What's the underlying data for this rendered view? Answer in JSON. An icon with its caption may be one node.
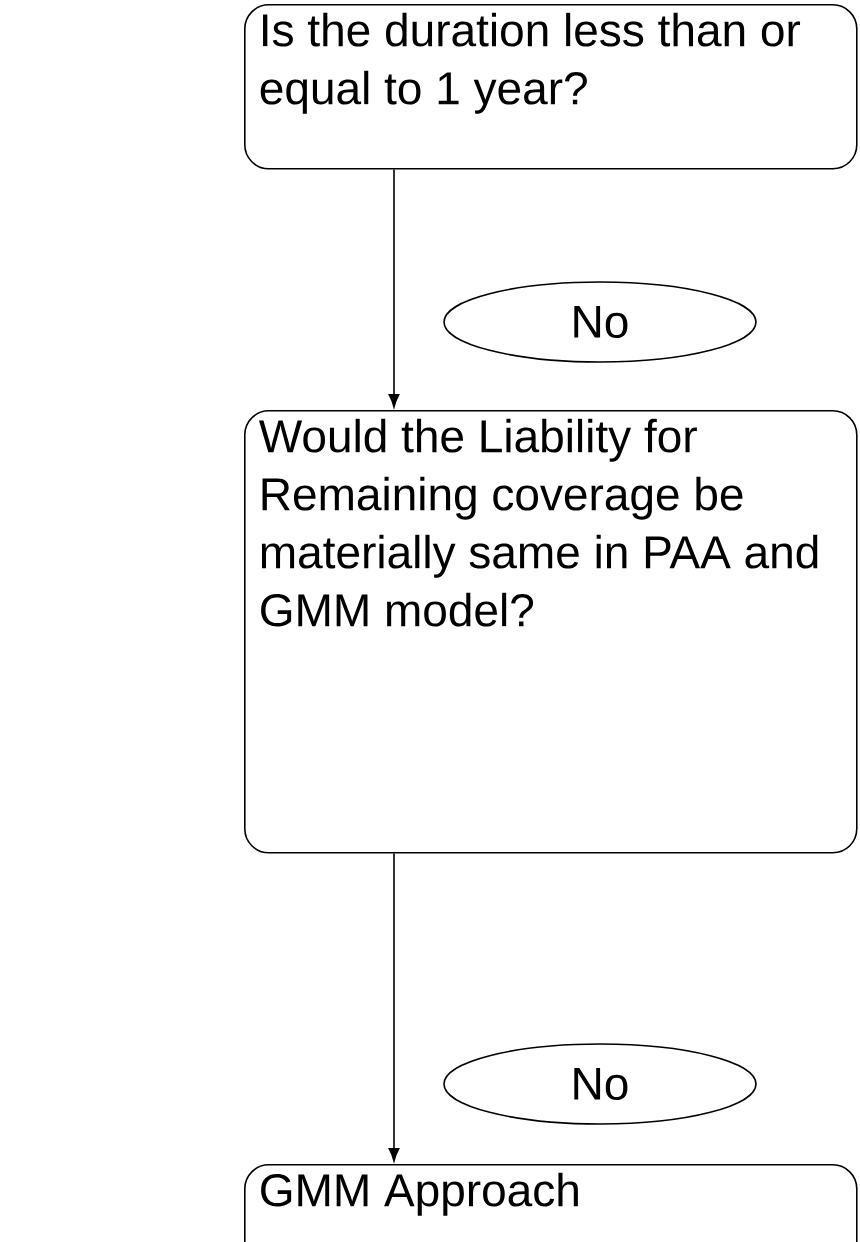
{
  "diagram": {
    "nodes": [
      {
        "text": [
          "Is the duration less than or equal to 1 year?"
        ]
      },
      {
        "text": [
          "Would the Liability for Remaining coverage be materially same in PAA and GMM model?"
        ]
      },
      {
        "text": [
          "GMM Approach"
        ]
      }
    ],
    "edges": [
      {
        "from": 0,
        "to": 1,
        "arrow": "to",
        "label": "No"
      },
      {
        "from": 1,
        "to": 2,
        "arrow": "to",
        "label": "No"
      }
    ]
  }
}
